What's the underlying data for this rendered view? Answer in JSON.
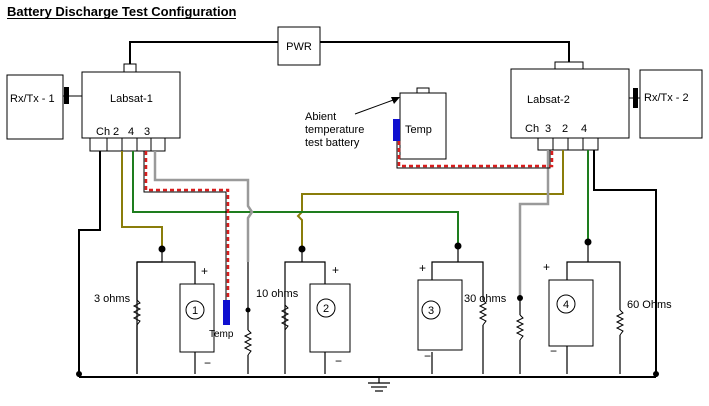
{
  "title": "Battery Discharge Test Configuration",
  "pwr": "PWR",
  "labsat1": {
    "name": "Labsat-1",
    "ch": "Ch",
    "channels": [
      "2",
      "4",
      "3"
    ],
    "radio": "Rx/Tx - 1"
  },
  "labsat2": {
    "name": "Labsat-2",
    "ch": "Ch",
    "channels": [
      "3",
      "2",
      "4"
    ],
    "radio": "Rx/Tx - 2"
  },
  "ambient": {
    "note_lines": [
      "Abient",
      "temperature",
      "test battery"
    ],
    "temp": "Temp"
  },
  "batteries": [
    {
      "id": "1",
      "resistor": "3 ohms",
      "temp": "Temp"
    },
    {
      "id": "2",
      "resistor": "10 ohms"
    },
    {
      "id": "3",
      "resistor": "30 ohms"
    },
    {
      "id": "4",
      "resistor": "60 Ohms"
    }
  ],
  "signs": {
    "plus": "+",
    "minus": "−"
  },
  "colors": {
    "channel_green": "#1e7d1e",
    "channel_olive": "#8a7d0a",
    "channel_gray": "#9a9a9a",
    "temp_red": "#d81e1e",
    "temp_sensor_blue": "#1010d0"
  }
}
